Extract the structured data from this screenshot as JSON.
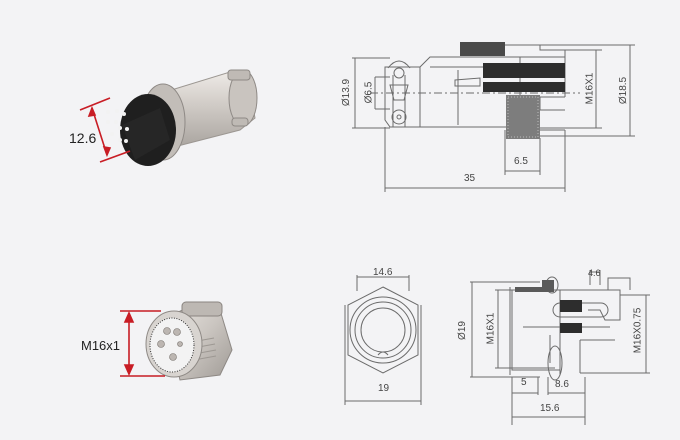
{
  "colors": {
    "background": "#f3f3f5",
    "dimension_red": "#c81d25",
    "line_gray": "#6b6b6b",
    "dark_fill": "#2a2a2a",
    "metal_light": "#d9d6d2",
    "metal_mid": "#b9b5b0"
  },
  "photo_plug": {
    "dimension_label": "12.6"
  },
  "photo_socket": {
    "dimension_label": "M16x1"
  },
  "drawing_plug": {
    "dims": {
      "body_diameter": "Ø13.9",
      "cable_diameter": "Ø6.5",
      "thread": "M16X1",
      "outer_diameter": "Ø18.5",
      "nut_width": "6.5",
      "total_length": "35"
    }
  },
  "drawing_socket_front": {
    "dims": {
      "inner_width": "14.6",
      "outer_width": "19"
    }
  },
  "drawing_socket_side": {
    "dims": {
      "flange_diameter": "Ø19",
      "thread_body": "M16X1",
      "tail_width": "4.6",
      "thread_fine": "M16X0.75",
      "front_length": "5",
      "rear_length": "8.6",
      "total_length": "15.6"
    }
  }
}
